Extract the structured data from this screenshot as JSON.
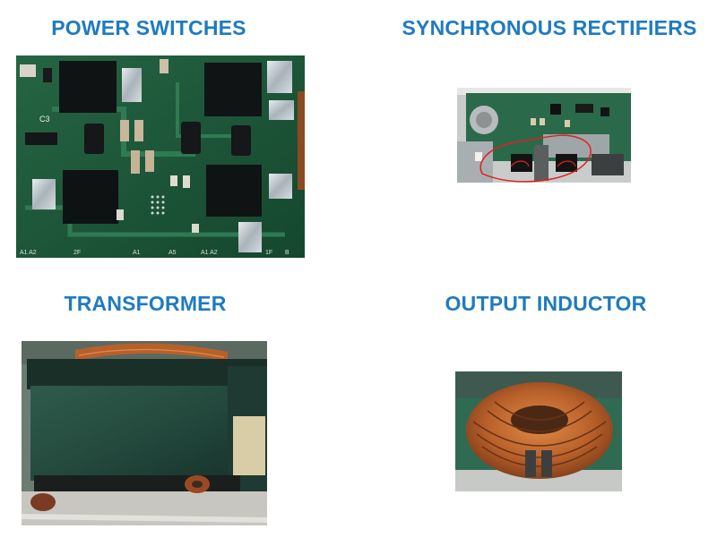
{
  "panels": {
    "power_switches": {
      "label": "POWER SWITCHES",
      "board_marks": [
        "C3",
        "2F",
        "A1 A2",
        "A1",
        "A5",
        "A1 A2",
        "1F",
        "B"
      ]
    },
    "synchronous_rectifiers": {
      "label": "SYNCHRONOUS RECTIFIERS",
      "accent_color": "#e0201e"
    },
    "transformer": {
      "label": "TRANSFORMER"
    },
    "output_inductor": {
      "label": "OUTPUT INDUCTOR"
    }
  },
  "colors": {
    "label": "#1f7bbf",
    "pcb_green": "#1e5a3c",
    "copper": "#b8602a"
  }
}
